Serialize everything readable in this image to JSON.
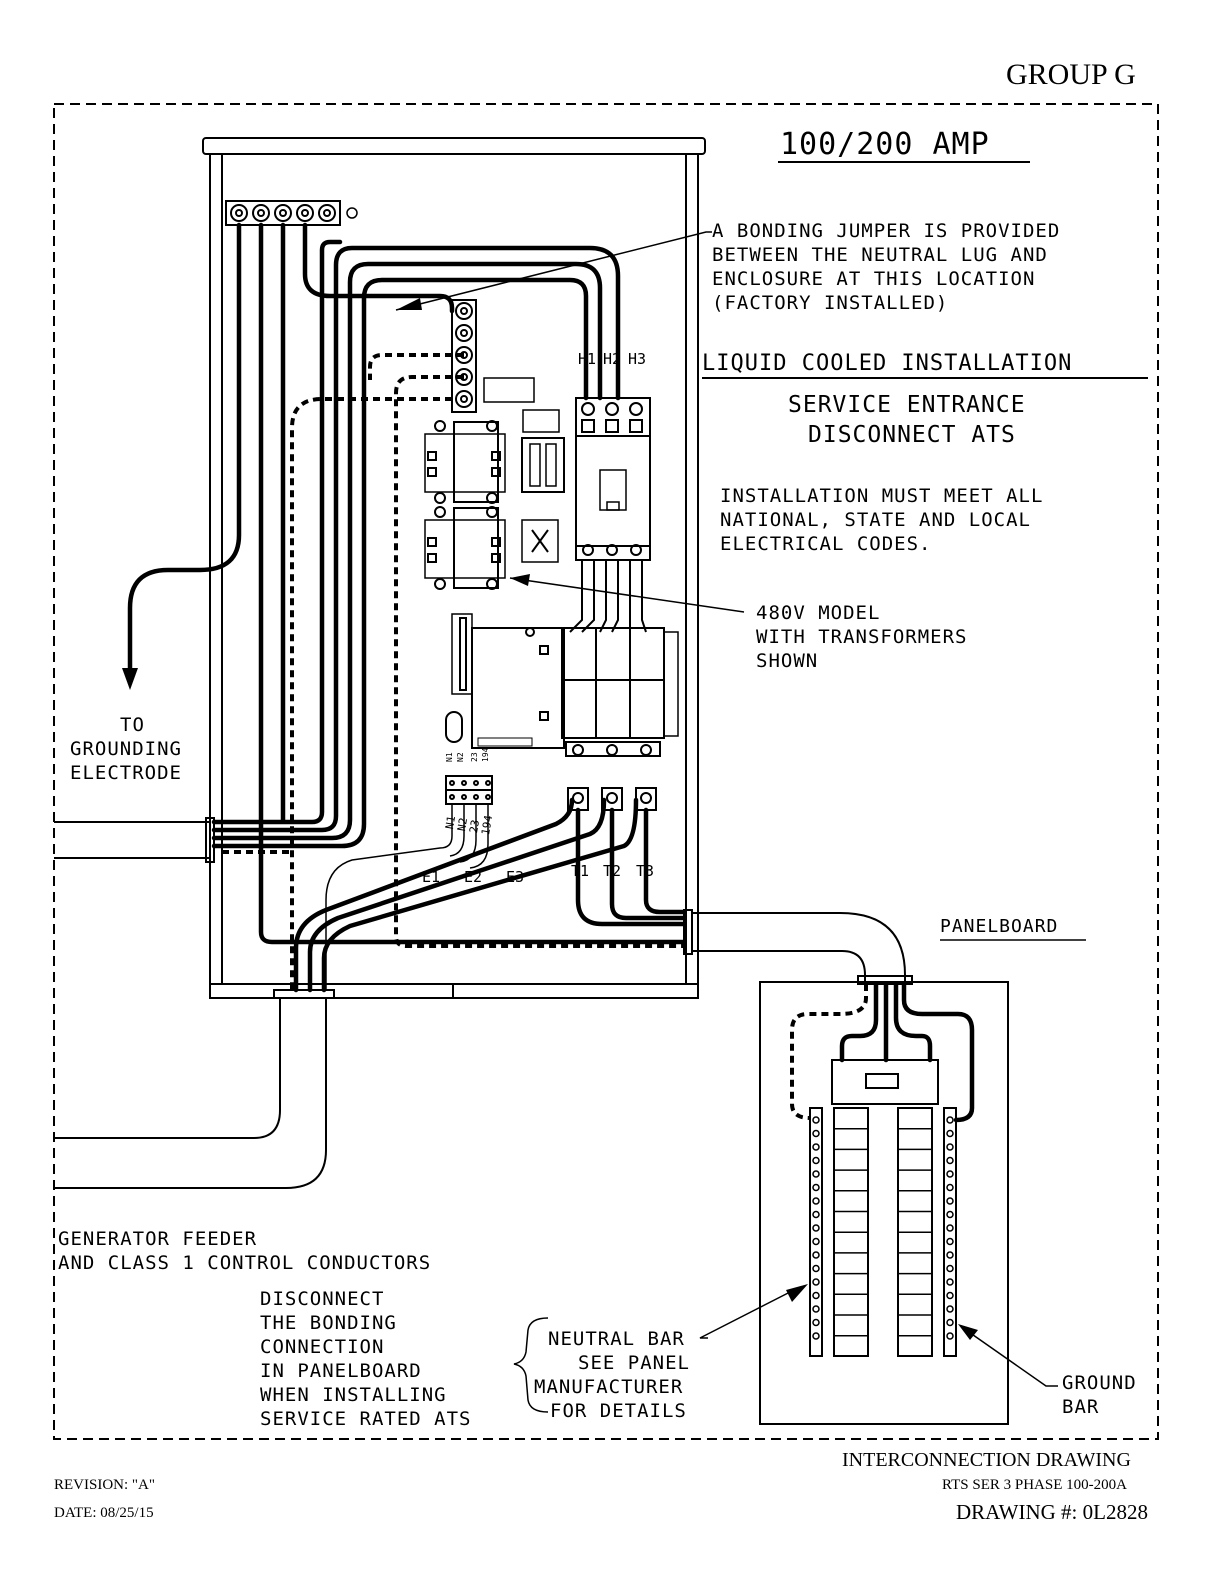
{
  "header": {
    "group": "GROUP G"
  },
  "title_block": {
    "drawing_type": "INTERCONNECTION DRAWING",
    "model": "RTS SER 3 PHASE 100-200A",
    "drawing_number": "DRAWING #: 0L2828",
    "revision": "REVISION: \"A\"",
    "date": "DATE: 08/25/15"
  },
  "notes": {
    "amp_rating": "100/200 AMP",
    "bonding": [
      "A BONDING JUMPER IS PROVIDED",
      "BETWEEN THE NEUTRAL LUG AND",
      "ENCLOSURE AT THIS LOCATION",
      "(FACTORY INSTALLED)"
    ],
    "installation_type": "LIQUID COOLED INSTALLATION",
    "ats_type": [
      "SERVICE ENTRANCE",
      "DISCONNECT ATS"
    ],
    "codes": [
      "INSTALLATION MUST MEET ALL",
      "NATIONAL, STATE AND LOCAL",
      "ELECTRICAL CODES."
    ],
    "model_480": [
      "480V MODEL",
      "WITH TRANSFORMERS",
      "SHOWN"
    ],
    "grounding": [
      "TO",
      "GROUNDING",
      "ELECTRODE"
    ],
    "panelboard": "PANELBOARD",
    "feeder": [
      "GENERATOR FEEDER",
      "AND CLASS 1 CONTROL CONDUCTORS"
    ],
    "disconnect": [
      "DISCONNECT",
      "THE BONDING",
      "CONNECTION",
      "IN PANELBOARD",
      "WHEN INSTALLING",
      "SERVICE RATED ATS"
    ],
    "neutral_bar": [
      "NEUTRAL BAR",
      "SEE PANEL",
      "MANUFACTURER",
      "FOR DETAILS"
    ],
    "ground_bar": [
      "GROUND",
      "BAR"
    ]
  },
  "terminals": {
    "utility": [
      "H1",
      "H2",
      "H3"
    ],
    "load": [
      "T1",
      "T2",
      "T3"
    ],
    "generator": [
      "E1",
      "E2",
      "E3"
    ],
    "control": [
      "N1",
      "N2",
      "23",
      "194"
    ]
  }
}
